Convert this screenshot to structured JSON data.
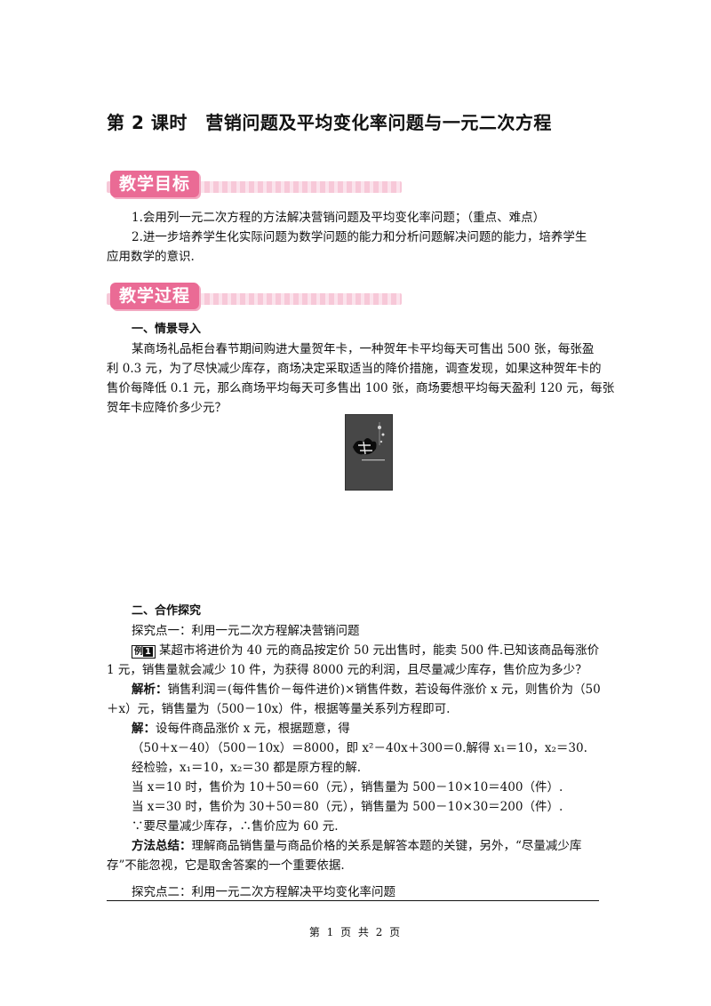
{
  "title": "第 2 课时　营销问题及平均变化率问题与一元二次方程",
  "banners": {
    "goals": "教学目标",
    "process": "教学过程"
  },
  "goals": [
    "1.会用列一元二次方程的方法解决营销问题及平均变化率问题；（重点、难点）",
    "2.进一步培养学生化实际问题为数学问题的能力和分析问题解决问题的能力，培养学生",
    "应用数学的意识."
  ],
  "section1": {
    "heading": "一、情景导入",
    "lines": [
      "某商场礼品柜台春节期间购进大量贺年卡，一种贺年卡平均每天可售出 500 张，每张盈",
      "利 0.3 元，为了尽快减少库存，商场决定采取适当的降价措施，调查发现，如果这种贺年卡的",
      "售价每降低 0.1 元，那么商场平均每天可多售出 100 张，商场要想平均每天盈利 120 元，每张",
      "贺年卡应降价多少元？"
    ]
  },
  "section2": {
    "heading": "二、合作探究",
    "point1": "探究点一：利用一元二次方程解决营销问题",
    "example_badge": "例",
    "example_num": "1",
    "example_lines": [
      "某超市将进价为 40 元的商品按定价 50 元出售时，能卖 500 件.已知该商品每涨价",
      "1 元，销售量就会减少 10 件，为获得 8000 元的利润，且尽量减少库存，售价应为多少？"
    ],
    "analysis_label": "解析：",
    "analysis_lines": [
      "销售利润＝(每件售价－每件进价)×销售件数，若设每件涨价 x 元，则售价为（50",
      "＋x）元，销售量为（500－10x）件，根据等量关系列方程即可."
    ],
    "solution_label": "解：",
    "solution_lines": [
      "设每件商品涨价 x 元，根据题意，得",
      "（50＋x－40）（500－10x）＝8000，即 x²－40x＋300＝0.解得 x₁＝10，x₂＝30.",
      "经检验，x₁＝10，x₂＝30 都是原方程的解.",
      "当 x＝10 时，售价为 10＋50＝60（元），销售量为 500－10×10＝400（件）.",
      "当 x＝30 时，售价为 30＋50＝80（元），销售量为 500－10×30＝200（件）.",
      "∵要尽量减少库存，∴售价应为 60 元."
    ],
    "summary_label": "方法总结：",
    "summary_lines": [
      "理解商品销售量与商品价格的关系是解答本题的关键，另外，“尽量减少库",
      "存”不能忽视，它是取舍答案的一个重要依据."
    ],
    "point2": "探究点二：利用一元二次方程解决平均变化率问题"
  },
  "footer": "第 1 页 共 2 页"
}
